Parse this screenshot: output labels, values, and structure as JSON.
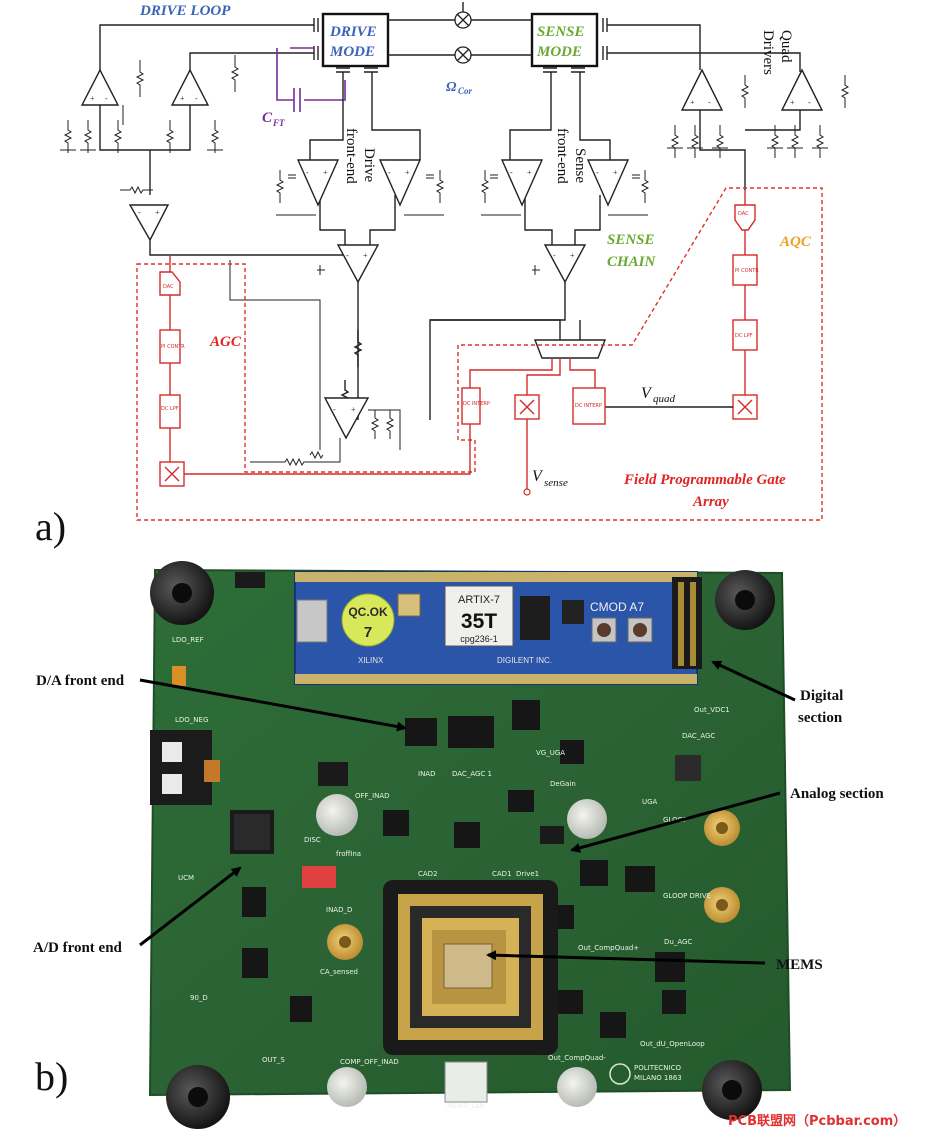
{
  "panel_a": {
    "label": "a)",
    "drive_loop_label": "DRIVE LOOP",
    "drive_mode_line1": "DRIVE",
    "drive_mode_line2": "MODE",
    "sense_mode_line1": "SENSE",
    "sense_mode_line2": "MODE",
    "omega_cor": "Ω",
    "omega_cor_sub": "Cor",
    "quad_drivers": [
      "Quad",
      "Drivers"
    ],
    "cft": "C",
    "cft_sub": "FT",
    "drive_frontend": [
      "Drive",
      "front-end"
    ],
    "sense_frontend": [
      "Sense",
      "front-end"
    ],
    "sense_chain": [
      "SENSE",
      "CHAIN"
    ],
    "agc": "AGC",
    "aqc": "AQC",
    "vquad": "V",
    "vquad_sub": "quad",
    "vsense": "V",
    "vsense_sub": "sense",
    "fpga": [
      "Field Programmable Gate",
      "Array"
    ],
    "block_dac": "DAC",
    "block_pi": "PI CONTR",
    "block_dc_lpf": "DC LPF",
    "block_dc_interp": "DC INTERP"
  },
  "panel_b": {
    "label": "b)",
    "annotations": {
      "da_front_end": "D/A front end",
      "digital_section": [
        "Digital",
        "section"
      ],
      "analog_section": "Analog section",
      "ad_front_end": "A/D front end",
      "mems": "MEMS"
    },
    "board": {
      "module_name": "CMOD A7",
      "chip_line1": "ARTIX-7",
      "chip_line2": "35T",
      "chip_line3": "cpg236-1",
      "sticker_line1": "QC.OK",
      "sticker_line2": "7",
      "vendor": "DIGILENT INC.",
      "brand": "XILINX",
      "silk_labels": [
        "Out_VDC1",
        "DAC_AGC",
        "UGA",
        "GLOOP",
        "GLOOP DRIVE",
        "CAD2",
        "CAD1",
        "Drive1",
        "INAD",
        "DAC_AGC 1",
        "OFF_INAD",
        "DISC",
        "froffIna",
        "UCM",
        "CA_sensed",
        "INAD_D",
        "90_D",
        "OUT_S",
        "COMP_OFF_INAD",
        "Out_CompQuad+",
        "Out_CompQuad-",
        "Out_dU_OpenLoop",
        "Du_AGC",
        "POLITECNICO",
        "MILANO 1863",
        "MEMS_Lab",
        "DeGain",
        "VG_UGA",
        "LDO_REF",
        "LDO_NEG"
      ]
    },
    "watermark": "PCB联盟网（Pcbbar.com）"
  },
  "colors": {
    "drive_loop": "#3a64b8",
    "sense": "#6aa832",
    "fpga_red": "#e02424",
    "aqc_amber": "#f0a020",
    "cft_purple": "#7a2a9a",
    "pcb_green": "#2f6b36"
  }
}
